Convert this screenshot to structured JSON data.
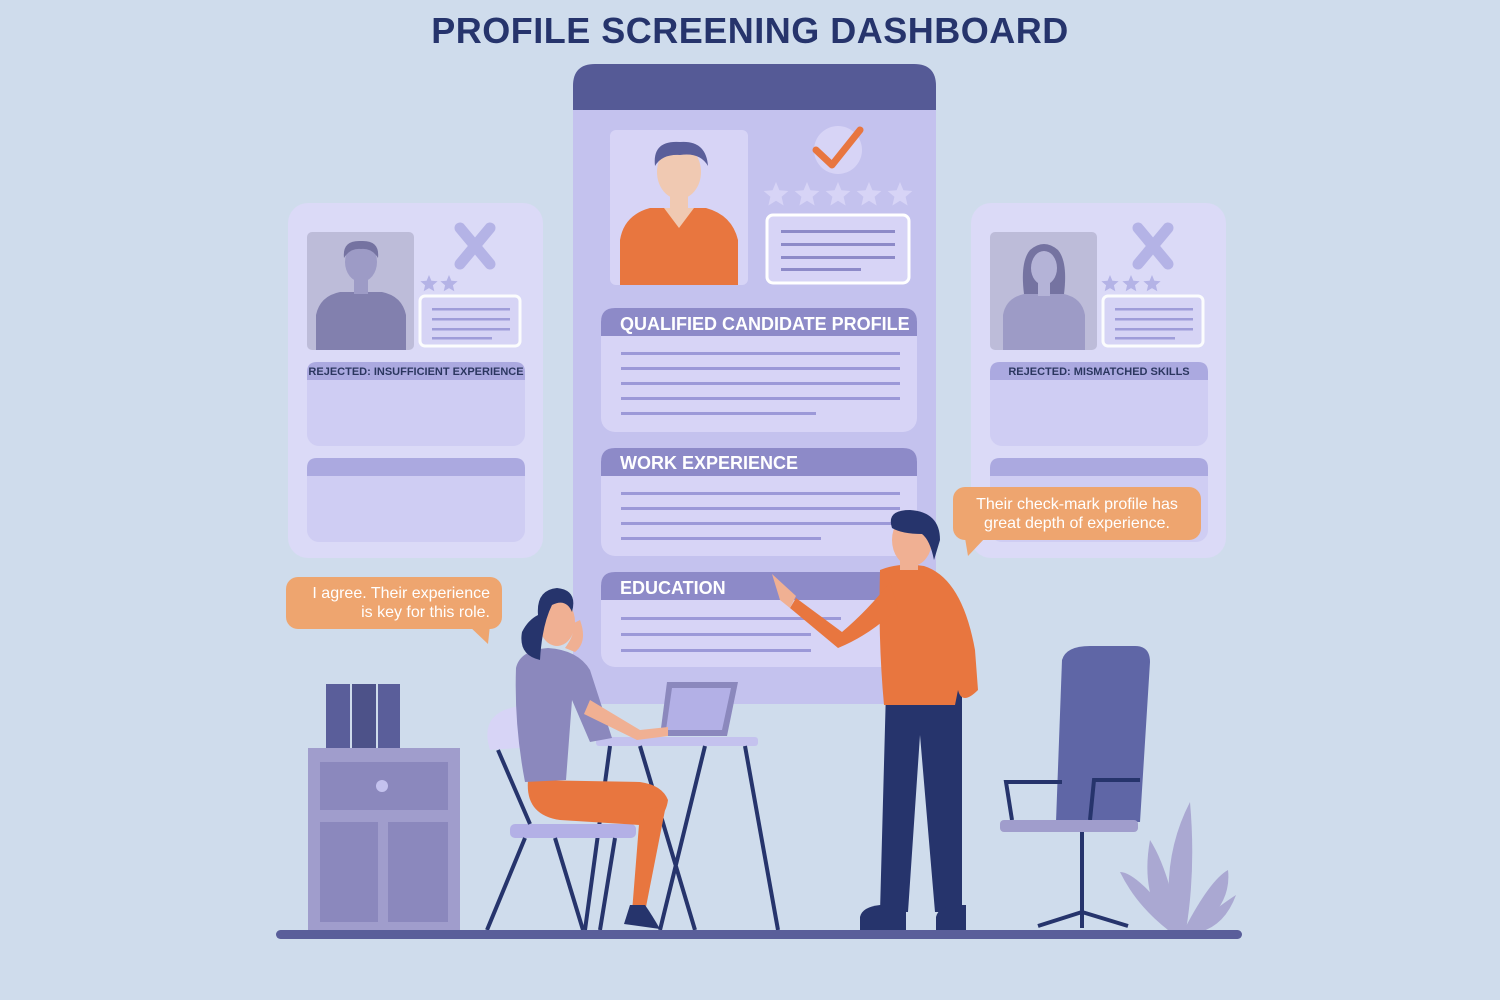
{
  "title": "PROFILE SCREENING DASHBOARD",
  "center_card": {
    "status_icon": "checkmark-icon",
    "rating_stars": 5,
    "sections": [
      {
        "label": "QUALIFIED CANDIDATE PROFILE"
      },
      {
        "label": "WORK EXPERIENCE"
      },
      {
        "label": "EDUCATION"
      }
    ]
  },
  "left_card": {
    "status_icon": "x-mark-icon",
    "rating_stars": 2,
    "status_label": "REJECTED: INSUFFICIENT EXPERIENCE"
  },
  "right_card": {
    "status_icon": "x-mark-icon",
    "rating_stars": 3,
    "status_label": "REJECTED: MISMATCHED SKILLS"
  },
  "speech": {
    "man_line1": "Their check-mark profile has",
    "man_line2": "great depth of experience.",
    "woman_line1": "I agree. Their experience",
    "woman_line2": "is key for this role."
  },
  "colors": {
    "background": "#cfdcec",
    "title": "#26346c",
    "card": "#c4c2ee",
    "header": "#5a5e9a",
    "accent": "#e8763f",
    "bubble": "#eea56f",
    "navy": "#26346c"
  }
}
